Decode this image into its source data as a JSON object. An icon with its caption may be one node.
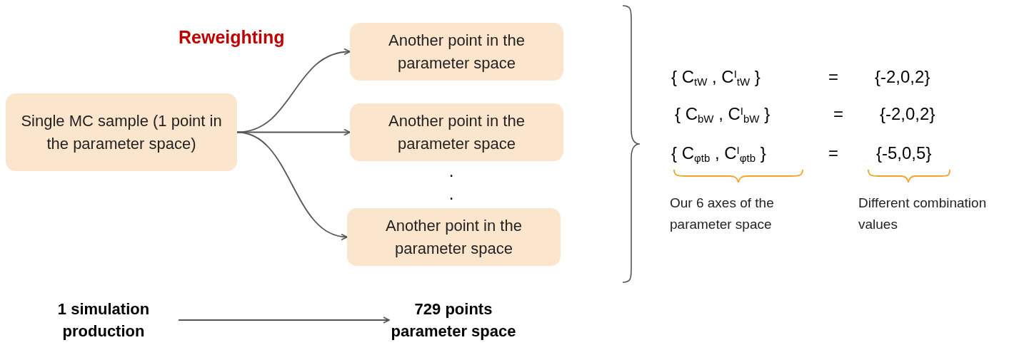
{
  "diagram": {
    "nodes": [
      {
        "text": [
          "Single MC sample (1 point in the parameter space)"
        ]
      },
      {
        "text": [
          "Another point in the parameter space"
        ]
      },
      {
        "text": [
          "Another point in the parameter space"
        ]
      },
      {
        "text": [
          "Another point in the parameter space"
        ]
      },
      {
        "text": [
          "1 simulation production"
        ]
      },
      {
        "text": [
          "729 points parameter space"
        ]
      }
    ],
    "edges": [
      {
        "from": 0,
        "to": 1,
        "arrow": "to"
      },
      {
        "from": 0,
        "to": 2,
        "arrow": "to"
      },
      {
        "from": 0,
        "to": 3,
        "arrow": "to"
      },
      {
        "from": 4,
        "to": 5,
        "arrow": "to"
      }
    ],
    "labels": [
      "Reweighting",
      ".",
      ".",
      "{ C$_{tW}$ ,  C$^{I}$$_{tW}$ }",
      "=",
      "{-2,0,2}",
      "{ C$_{bW}$ ,  C$^{I}$$_{bW}$ }",
      "=",
      "{-2,0,2}",
      "{ C$_{φtb}$ ,  C$^{I}$$_{φtb}$ }",
      "=",
      "{-5,0,5}",
      "Our 6 axes of the parameter space",
      "Different combination values"
    ]
  }
}
